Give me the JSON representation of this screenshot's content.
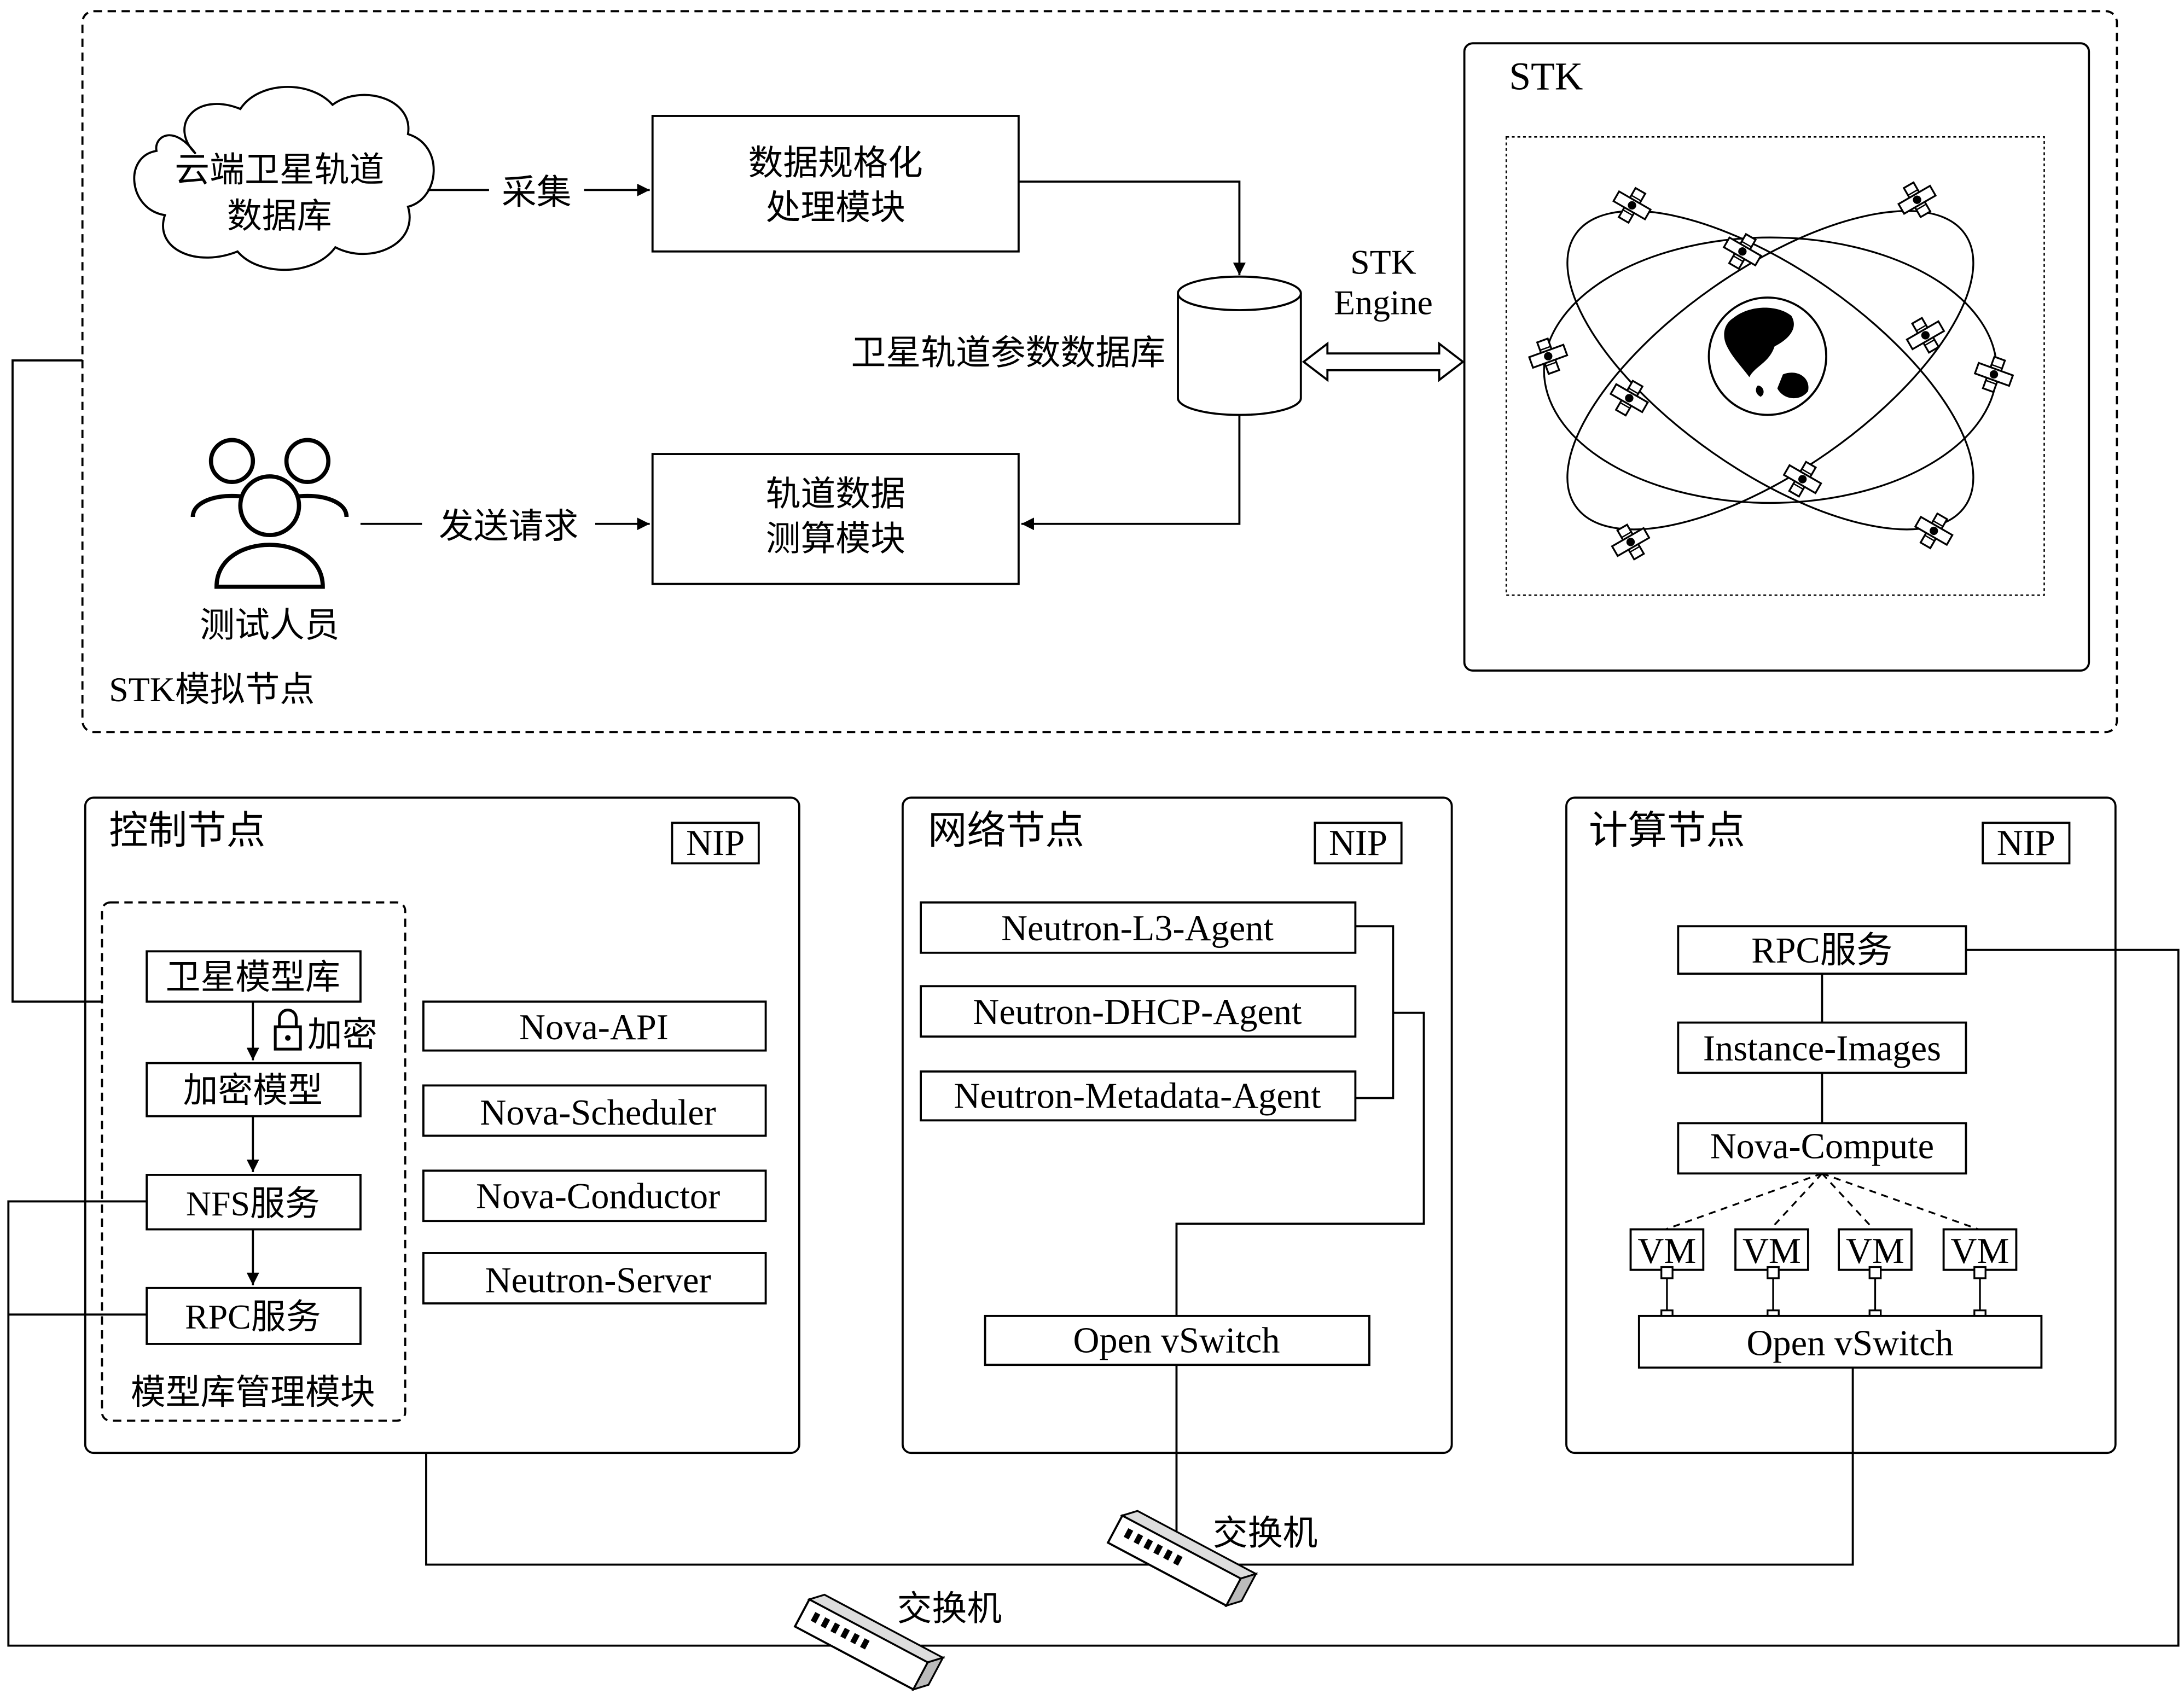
{
  "stk_section": {
    "cloud_db": [
      "云端卫星轨道",
      "数据库"
    ],
    "collect_label": "采集",
    "normalize_module": [
      "数据规格化",
      "处理模块"
    ],
    "orbit_db_label": "卫星轨道参数数据库",
    "stk_engine_label": [
      "STK",
      "Engine"
    ],
    "stk_window_title": "STK",
    "testers_label": "测试人员",
    "send_request_label": "发送请求",
    "orbit_calc_module": [
      "轨道数据",
      "测算模块"
    ],
    "section_label": "STK模拟节点"
  },
  "control_node": {
    "title": "控制节点",
    "nip": "NIP",
    "model_lib_group_label": "模型库管理模块",
    "sat_model_lib": "卫星模型库",
    "encrypt_label": "加密",
    "encrypted_model": "加密模型",
    "nfs_service": "NFS服务",
    "rpc_service": "RPC服务",
    "services": [
      "Nova-API",
      "Nova-Scheduler",
      "Nova-Conductor",
      "Neutron-Server"
    ]
  },
  "network_node": {
    "title": "网络节点",
    "nip": "NIP",
    "agents": [
      "Neutron-L3-Agent",
      "Neutron-DHCP-Agent",
      "Neutron-Metadata-Agent"
    ],
    "ovs": "Open vSwitch"
  },
  "compute_node": {
    "title": "计算节点",
    "nip": "NIP",
    "rpc_service": "RPC服务",
    "instance_images": "Instance-Images",
    "nova_compute": "Nova-Compute",
    "vms": [
      "VM",
      "VM",
      "VM",
      "VM"
    ],
    "ovs": "Open vSwitch"
  },
  "switches": {
    "switch_upper": "交换机",
    "switch_lower": "交换机"
  }
}
